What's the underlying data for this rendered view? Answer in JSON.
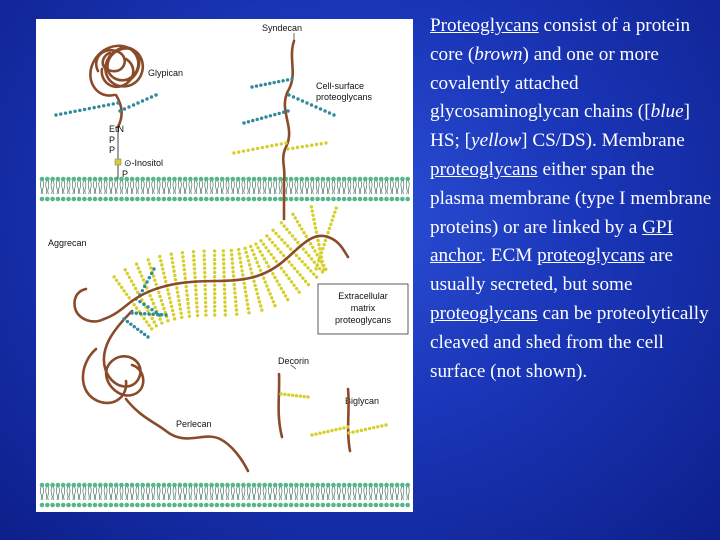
{
  "figure": {
    "labels": {
      "syndecan": "Syndecan",
      "glypican": "Glypican",
      "cell_surface": [
        "Cell-surface",
        "proteoglycans"
      ],
      "etn": "EtN",
      "p1": "P",
      "p2": "P",
      "inositol": "⊙-Inositol",
      "p3": "P",
      "aggrecan": "Aggrecan",
      "ecm": [
        "Extracellular",
        "matrix",
        "proteoglycans"
      ],
      "decorin": "Decorin",
      "biglycan": "Biglycan",
      "perlecan": "Perlecan"
    },
    "colors": {
      "protein_core": "#8a4b2a",
      "hs_chain": "#2f8a9a",
      "cs_ds_chain": "#d6cf2a",
      "membrane_head": "#55b68a",
      "membrane_tail": "#2e5f4f"
    }
  },
  "caption": {
    "segments": [
      {
        "text": "Proteoglycans",
        "link": true
      },
      {
        "text": " consist of a protein core (",
        "link": false
      },
      {
        "text": "brown",
        "italic": true
      },
      {
        "text": ") and one or more covalently attached glycosaminoglycan chains ([",
        "link": false
      },
      {
        "text": "blue",
        "italic": true
      },
      {
        "text": "] HS; [",
        "link": false
      },
      {
        "text": "yellow",
        "italic": true
      },
      {
        "text": "] CS/DS). Membrane ",
        "link": false
      },
      {
        "text": "proteoglycans",
        "link": true
      },
      {
        "text": " either span the plasma membrane (type I membrane proteins) or are linked by a ",
        "link": false
      },
      {
        "text": "GPI anchor",
        "link": true
      },
      {
        "text": ". ECM ",
        "link": false
      },
      {
        "text": "proteoglycans",
        "link": true
      },
      {
        "text": " are usually secreted, but some ",
        "link": false
      },
      {
        "text": "proteoglycans",
        "link": true
      },
      {
        "text": " can be proteolytically cleaved and shed from the cell surface (not shown).",
        "link": false
      }
    ]
  }
}
